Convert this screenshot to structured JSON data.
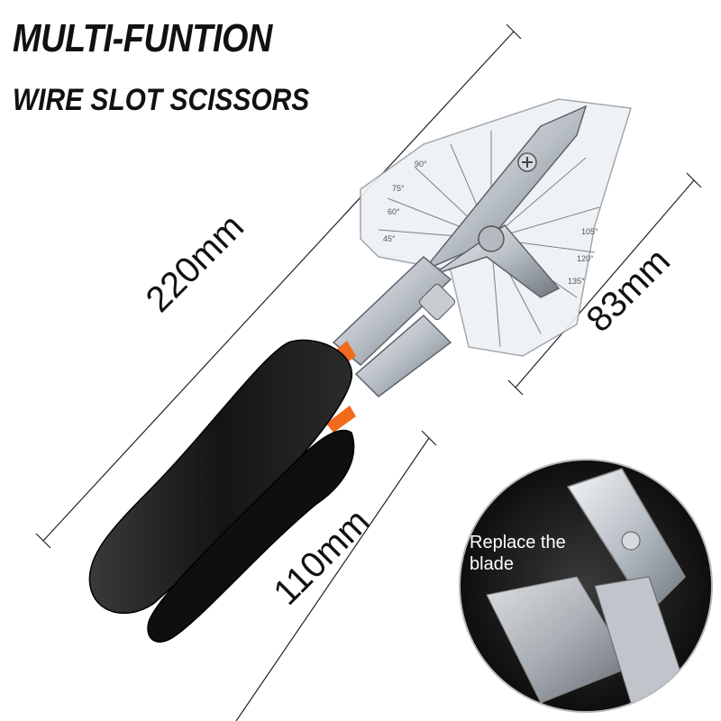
{
  "headline": {
    "title": "MULTI-FUNTION",
    "subtitle": "WIRE SLOT SCISSORS"
  },
  "dimensions": {
    "total_length": "220mm",
    "head_width": "83mm",
    "handle_length": "110mm"
  },
  "inset": {
    "caption_line1": "Replace the",
    "caption_line2": "blade"
  },
  "protractor_marks": [
    "45°",
    "60°",
    "75°",
    "90°",
    "105°",
    "120°",
    "135°"
  ],
  "colors": {
    "handle": "#1c1c1c",
    "accent": "#f26a1b",
    "metal": "#c9ced4",
    "dimension_line": "#222222"
  }
}
